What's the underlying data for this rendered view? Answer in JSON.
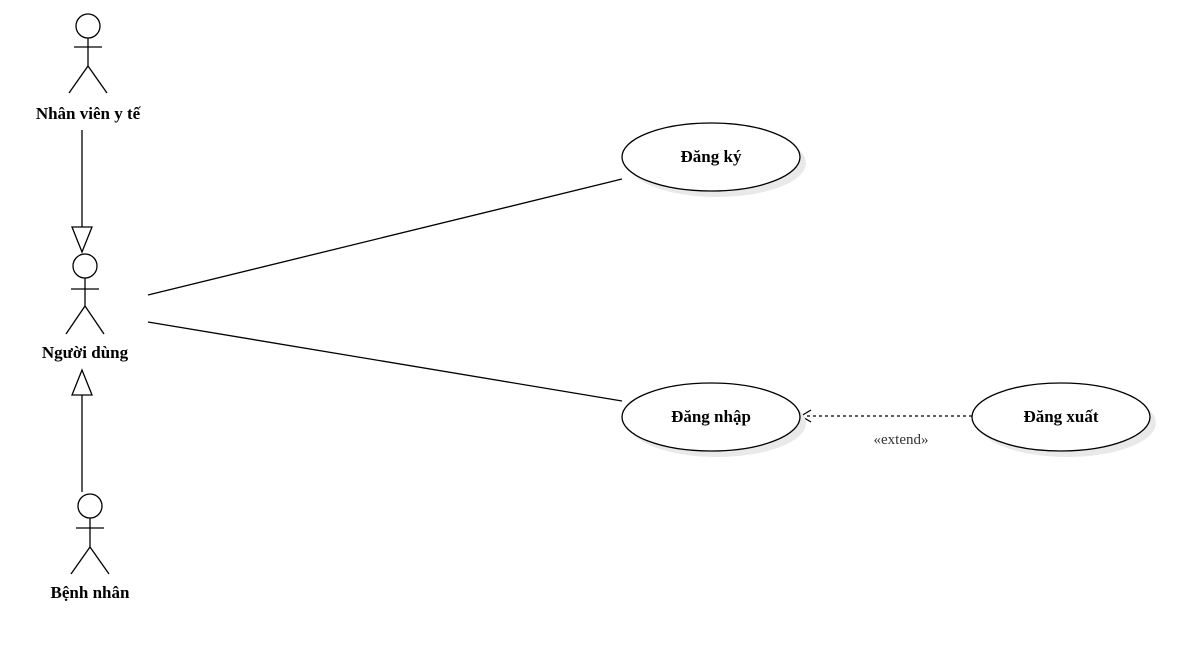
{
  "actors": [
    {
      "id": "nhan-vien-y-te",
      "label": "Nhân viên y tế"
    },
    {
      "id": "nguoi-dung",
      "label": "Người dùng"
    },
    {
      "id": "benh-nhan",
      "label": "Bệnh nhân"
    }
  ],
  "use_cases": [
    {
      "id": "dang-ky",
      "label": "Đăng ký"
    },
    {
      "id": "dang-nhap",
      "label": "Đăng nhập"
    },
    {
      "id": "dang-xuat",
      "label": "Đăng xuất"
    }
  ],
  "relationships": {
    "generalizations": [
      {
        "from": "nhan-vien-y-te",
        "to": "nguoi-dung"
      },
      {
        "from": "benh-nhan",
        "to": "nguoi-dung"
      }
    ],
    "associations": [
      {
        "actor": "nguoi-dung",
        "use_case": "dang-ky"
      },
      {
        "actor": "nguoi-dung",
        "use_case": "dang-nhap"
      }
    ],
    "extend": {
      "from": "dang-xuat",
      "to": "dang-nhap",
      "label": "«extend»"
    }
  }
}
